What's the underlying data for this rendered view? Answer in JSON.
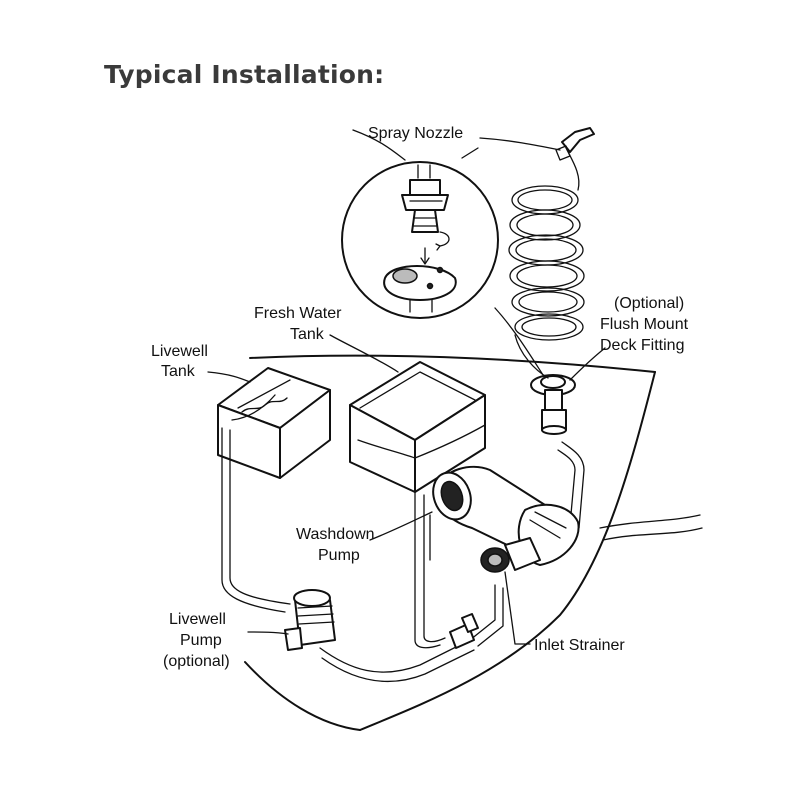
{
  "title": "Typical Installation:",
  "labels": {
    "spray_nozzle": "Spray Nozzle",
    "fresh_water_tank": [
      "Fresh Water",
      "Tank"
    ],
    "livewell_tank": [
      "Livewell",
      "Tank"
    ],
    "flush_mount": [
      "(Optional)",
      "Flush Mount",
      "Deck Fitting"
    ],
    "washdown_pump": [
      "Washdown",
      "Pump"
    ],
    "livewell_pump": [
      "Livewell",
      "Pump",
      "(optional)"
    ],
    "inlet_strainer": "Inlet Strainer"
  }
}
